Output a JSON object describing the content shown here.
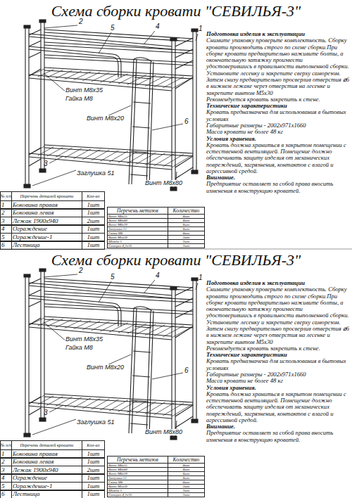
{
  "diagram": {
    "title": "Схема сборки кровати \"СЕВИЛЬЯ-3\"",
    "labels": [
      "1",
      "2",
      "5",
      "4",
      "6",
      "3",
      "Винт М8х35",
      "Гайка М8",
      "Винт М8х20",
      "Заглушка 51",
      "Винт М8х80",
      "№ п/п",
      "Перечень деталей кровати",
      "Кол-во",
      "1",
      "Боковина правая",
      "1шт",
      "2",
      "Боковина левая",
      "1шт",
      "3",
      "Лежак 1900х940",
      "2шт",
      "4",
      "Ограждение",
      "1шт",
      "5",
      "Ограждение-1",
      "1шт",
      "6",
      "Лестница",
      "1шт",
      "Перечень метизов",
      "Количество",
      "Винт М8х35",
      "4шт",
      "Винт М8х80",
      "4шт",
      "Винт М8х20",
      "8шт",
      "Заглушка 51",
      "8шт",
      "Гайка М8",
      "4шт",
      "Винт М5х30",
      "2шт",
      "Шайба 5",
      "2шт",
      "Саморез 4,2х16",
      "2шт",
      "Подготовка изделия к эксплуатации",
      "Снимите упаковку проверьте комплектность. Сборку кровати производить строго по схеме сборки.При сборке кровати предварительно наживите болты, а окончательную затяжку произвести удостоверившись в правильности выполненной сборки. Установите лесенку и закрепите сверху саморезом. Затем снизу предварительно просверлив отверстия ⌀6 в нижнем лежаке через отверстия на лесенке и закрепите винтом М5х30",
      "Рекомендуется кровать закрепить к стене.",
      "Технические характеристики",
      "Кровать предназначена для использования в бытовых условиях",
      "Габаритные размеры - 2002х971х1660",
      "Масса кровати не более 48 кг",
      "Условия хранения.",
      "Кровать должна храниться в закрытом помещении с естественной вентиляцией. Помещение должно обеспечивать защиту изделия от механических повреждений, загрязнения, контактов с влагой и агрессивной средой.",
      "Внимание.",
      "Предприятие оставляет за собой права вносить изменения в конструкцию кроватей.",
      "Схема сборки кровати \"СЕВИЛЬЯ-3\"",
      "1",
      "2",
      "5",
      "4",
      "6",
      "3",
      "Винт М8х35",
      "Гайка М8",
      "Винт М8х20",
      "Заглушка 51",
      "Винт М8х80",
      "№ п/п",
      "Перечень деталей кровати",
      "Кол-во",
      "1",
      "Боковина правая",
      "1шт",
      "2",
      "Боковина левая",
      "1шт",
      "3",
      "Лежак 1900х940",
      "2шт",
      "4",
      "Ограждение",
      "1шт",
      "5",
      "Ограждение-1",
      "1шт",
      "6",
      "Лестница",
      "1шт",
      "Перечень метизов",
      "Количество",
      "Винт М8х35",
      "4шт",
      "Винт М8х80",
      "4шт",
      "Винт М8х20",
      "8шт",
      "Заглушка 51",
      "8шт",
      "Гайка М8",
      "4шт",
      "Винт М5х30",
      "2шт",
      "Шайба 5",
      "2шт",
      "Саморез 4,2х16",
      "2шт",
      "Подготовка изделия к эксплуатации",
      "Снимите упаковку проверьте комплектность. Сборку кровати производить строго по схеме сборки.При сборке кровати предварительно наживите болты, а окончательную затяжку произвести удостоверившись в правильности выполненной сборки. Установите лесенку и закрепите сверху саморезом. Затем снизу предварительно просверлив отверстия ⌀6 в нижнем лежаке через отверстия на лесенке и закрепите винтом М5х30",
      "Рекомендуется кровать закрепить к стене.",
      "Технические характеристики",
      "Кровать предназначена для использования в бытовых условиях",
      "Габаритные размеры - 2002х971х1660",
      "Масса кровати не более 48 кг",
      "Условия хранения.",
      "Кровать должна храниться в закрытом помещении с естественной вентиляцией. Помещение должно обеспечивать защиту изделия от механических повреждений, загрязнения, контактов с влагой и агрессивной средой.",
      "Внимание.",
      "Предприятие оставляет за собой права вносить изменения в конструкцию кроватей."
    ]
  }
}
